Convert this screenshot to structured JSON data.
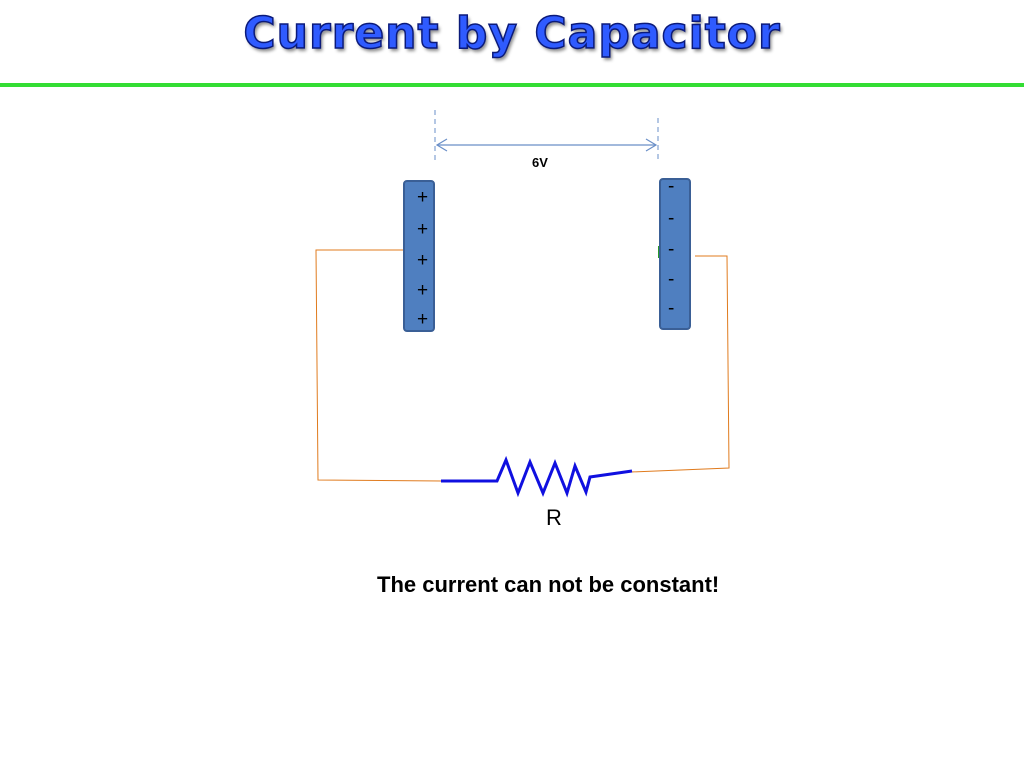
{
  "title": "Current by Capacitor",
  "capacitor": {
    "voltage_label": "6V",
    "left_plate_signs": [
      "+",
      "+",
      "+",
      "+",
      "+"
    ],
    "right_plate_signs": [
      "-",
      "-",
      "-",
      "-",
      "-"
    ]
  },
  "resistor": {
    "label": "R"
  },
  "caption": "The current can not be constant!",
  "colors": {
    "title": "#2f5bff",
    "title_rule": "#33dd33",
    "plate": "#4f7fc0",
    "wire": "#e07b1e",
    "resistor": "#1010e0",
    "dimension_line": "#6a8fc8"
  }
}
